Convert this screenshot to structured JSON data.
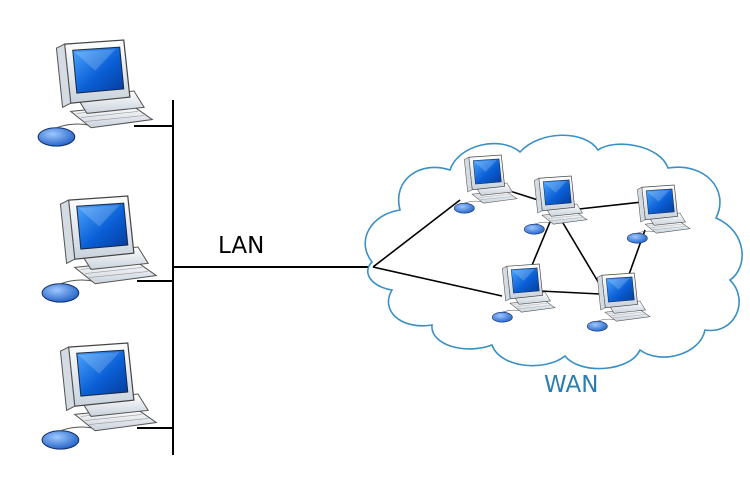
{
  "labels": {
    "lan": "LAN",
    "wan": "WAN"
  },
  "colors": {
    "line": "#000000",
    "lan_text": "#000000",
    "wan_text": "#2b7fb0",
    "cloud_stroke": "#3a8fc4",
    "screen": "#0a5fd6",
    "monitor_body": "#e9eef3"
  },
  "icons": {
    "computer": "computer-icon",
    "cloud": "cloud-icon"
  },
  "lan_computers": 3,
  "wan_computers": 5
}
